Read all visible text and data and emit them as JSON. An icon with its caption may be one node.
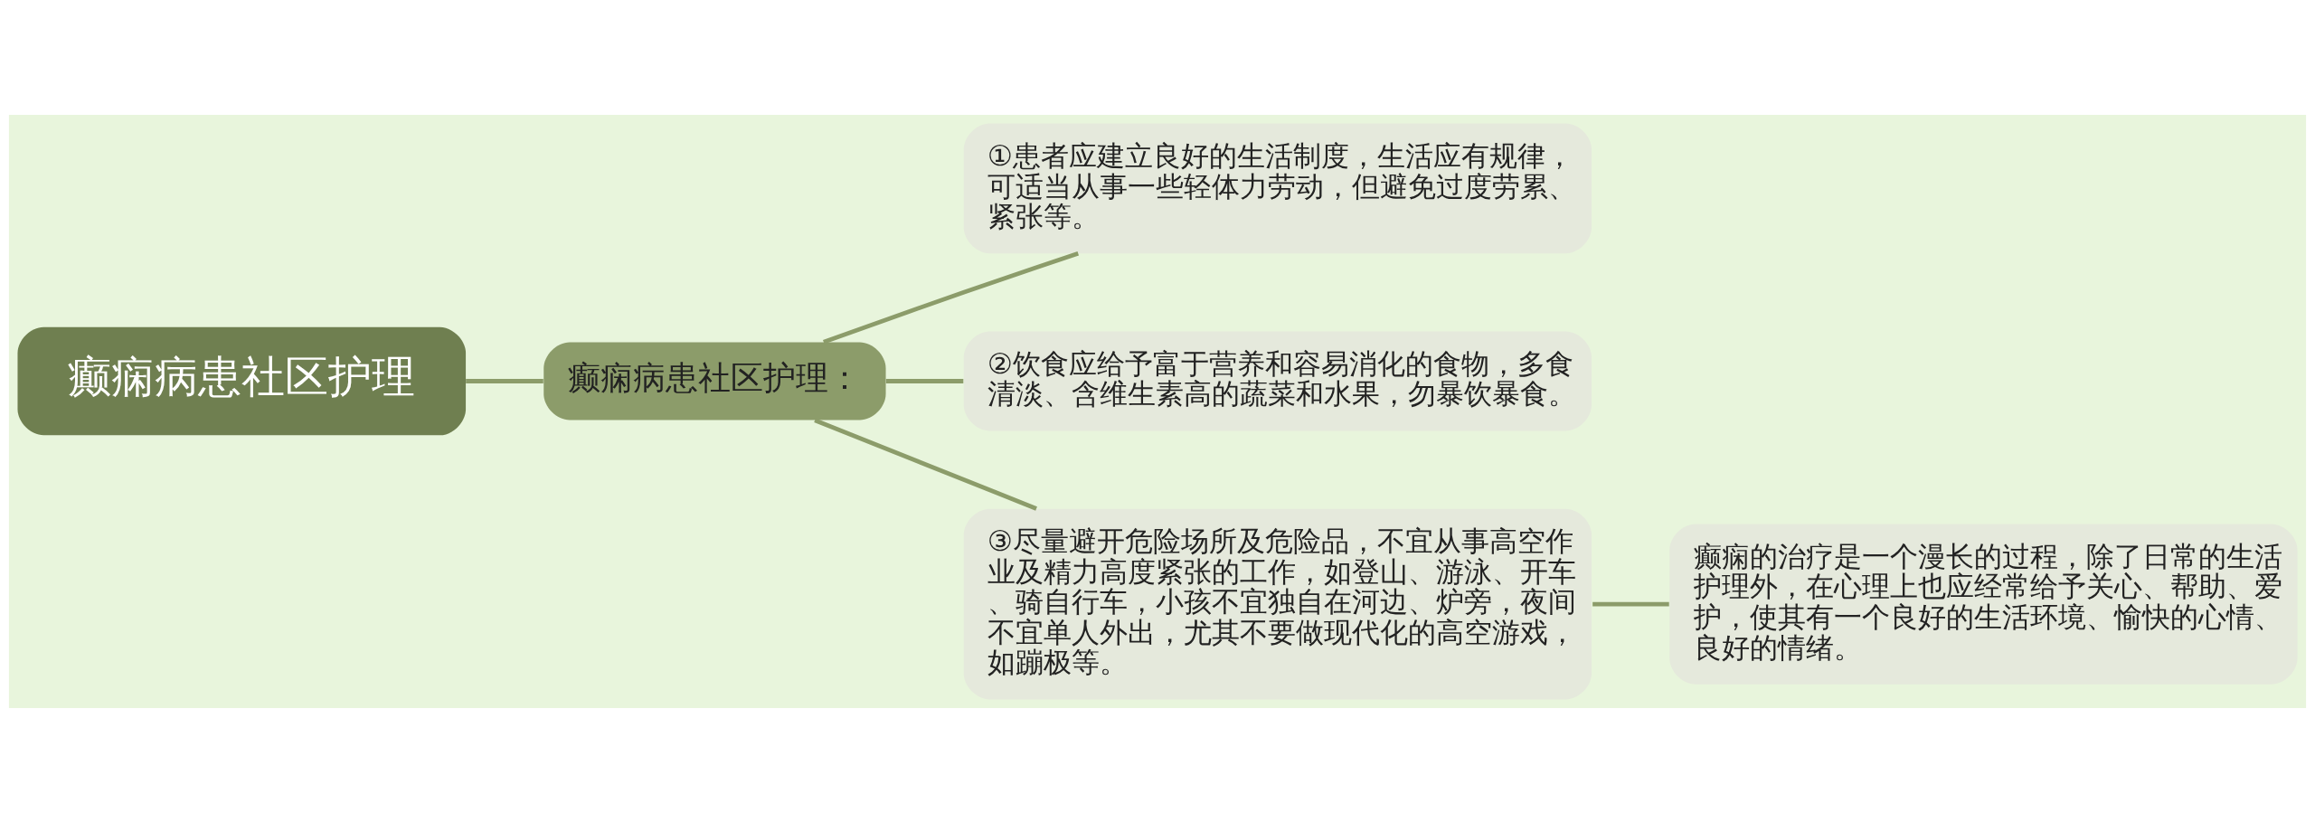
{
  "diagram": {
    "nodes": [
      {
        "text": [
          "癫痫病患社区护理"
        ]
      },
      {
        "text": [
          "癫痫病患社区护理："
        ]
      },
      {
        "text": [
          "①患者应建立良好的生活制度，生活应有规律，可适当从事一些轻体力劳动，但避免过度劳累、紧张等。"
        ]
      },
      {
        "text": [
          "②饮食应给予富于营养和容易消化的食物，多食清淡、含维生素高的蔬菜和水果，勿暴饮暴食。"
        ]
      },
      {
        "text": [
          "③尽量避开危险场所及危险品，不宜从事高空作业及精力高度紧张的工作，如登山、游泳、开车、骑自行车，小孩不宜独自在河边、炉旁，夜间不宜单人外出，尤其不要做现代化的高空游戏，如蹦极等。"
        ]
      },
      {
        "text": [
          "癫痫的治疗是一个漫长的过程，除了日常的生活护理外，在心理上也应经常给予关心、帮助、爱护，使其有一个良好的生活环境、愉快的心情、良好的情绪。"
        ]
      }
    ],
    "edges": [
      {
        "from": 0,
        "to": 1,
        "arrow": "none"
      },
      {
        "from": 1,
        "to": 2,
        "arrow": "none"
      },
      {
        "from": 1,
        "to": 3,
        "arrow": "none"
      },
      {
        "from": 1,
        "to": 4,
        "arrow": "none"
      },
      {
        "from": 4,
        "to": 5,
        "arrow": "none"
      }
    ]
  }
}
